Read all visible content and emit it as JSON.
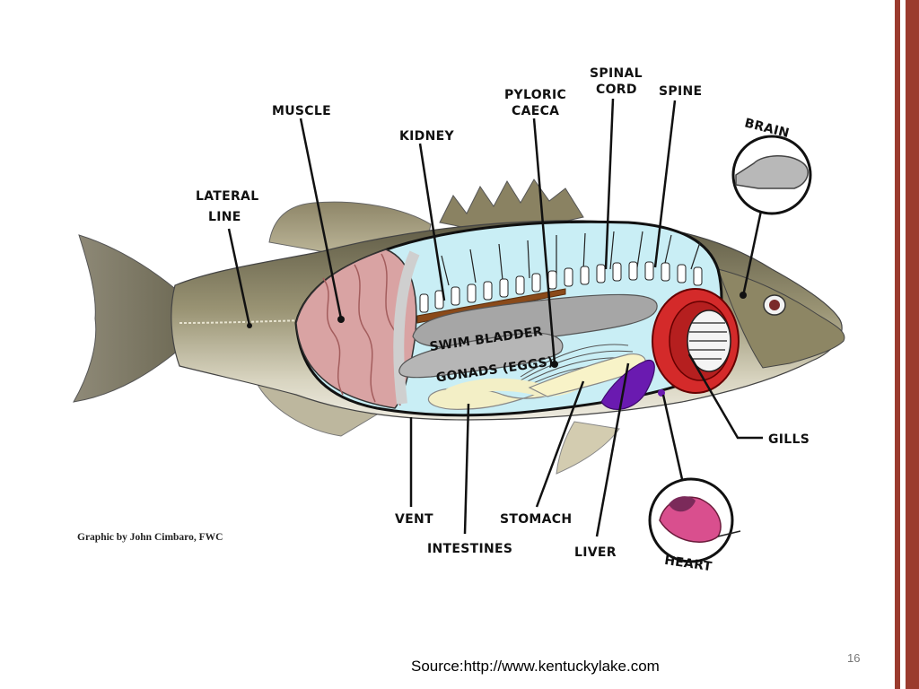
{
  "labels": {
    "muscle": "MUSCLE",
    "kidney": "KIDNEY",
    "pyloric_1": "PYLORIC",
    "pyloric_2": "CAECA",
    "spinal_1": "SPINAL",
    "spinal_2": "CORD",
    "spine": "SPINE",
    "brain": "BRAIN",
    "lateral_1": "LATERAL",
    "lateral_2": "LINE",
    "swim_bladder": "SWIM BLADDER",
    "gonads": "GONADS (EGGS)",
    "gills": "GILLS",
    "vent": "VENT",
    "intestines": "INTESTINES",
    "stomach": "STOMACH",
    "liver": "LIVER",
    "heart": "HEART"
  },
  "credit": "Graphic by John Cimbaro, FWC",
  "source": "Source:http://www.kentuckylake.com",
  "page_number": "16",
  "colors": {
    "accent_bar": "#9b3b2e",
    "fish_body": "#8a8468",
    "body_cavity": "#c9eef5",
    "muscle": "#d9a3a3",
    "liver": "#6a1ab0",
    "gills": "#d42a2a"
  }
}
